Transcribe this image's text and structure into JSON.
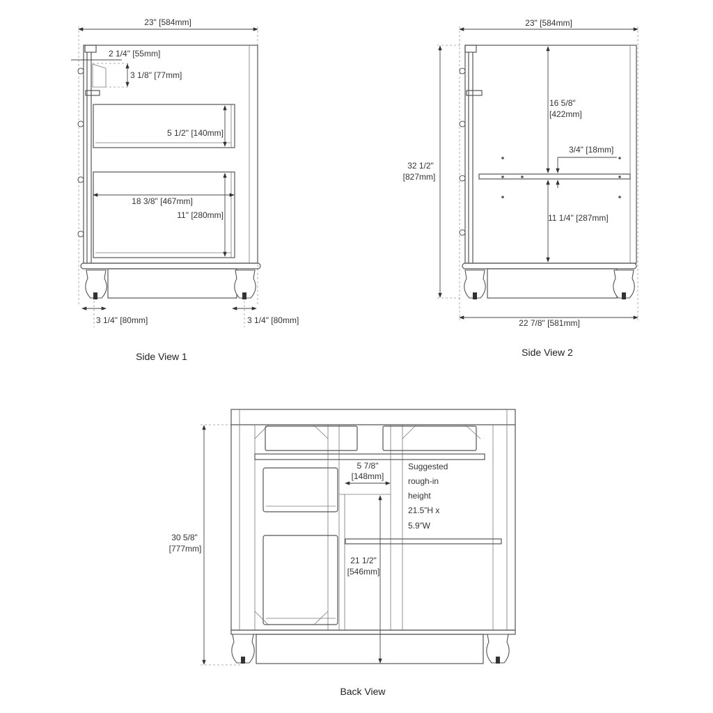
{
  "side_view_1": {
    "caption": "Side View 1",
    "width": "23\" [584mm]",
    "notch_width": "2 1/4\" [55mm]",
    "notch_height": "3 1/8\" [77mm]",
    "upper_drawer_height": "5 1/2\" [140mm]",
    "drawer_depth": "18 3/8\" [467mm]",
    "lower_drawer_height": "11\" [280mm]",
    "front_leg_offset": "3 1/4\" [80mm]",
    "rear_leg_offset": "3 1/4\" [80mm]"
  },
  "side_view_2": {
    "caption": "Side View 2",
    "width": "23\" [584mm]",
    "height_in": "32 1/2\"",
    "height_mm": "[827mm]",
    "upper_height_in": "16 5/8\"",
    "upper_height_mm": "[422mm]",
    "shelf_thickness": "3/4\" [18mm]",
    "lower_height": "11 1/4\" [287mm]",
    "base_depth": "22 7/8\" [581mm]"
  },
  "back_view": {
    "caption": "Back View",
    "height_in": "30 5/8\"",
    "height_mm": "[777mm]",
    "opening_width_in": "5 7/8\"",
    "opening_width_mm": "[148mm]",
    "opening_height_in": "21 1/2\"",
    "opening_height_mm": "[546mm]",
    "note_lines": [
      "Suggested",
      "rough-in",
      "height",
      "21.5”H x",
      "5.9”W"
    ]
  }
}
